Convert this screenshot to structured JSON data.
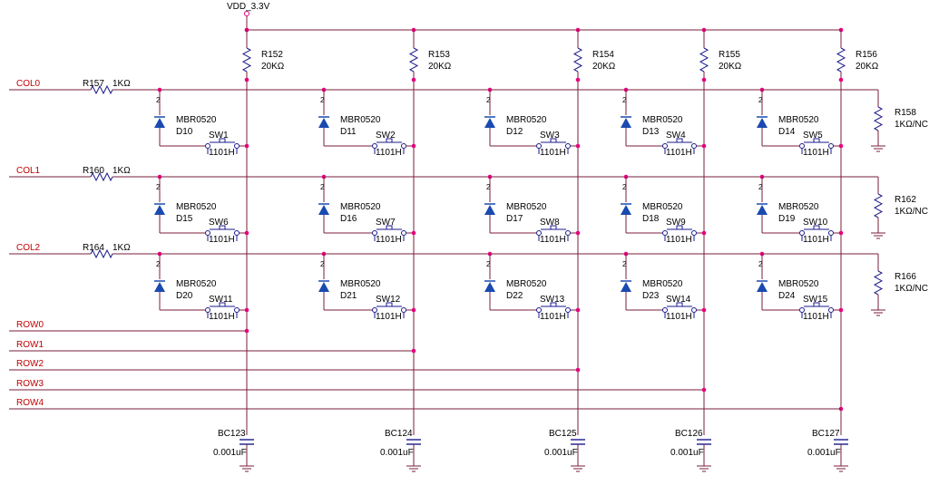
{
  "colors": {
    "wire": "#7a1f3a",
    "junction": "#e6007e",
    "part": "#1a1a8c",
    "diode": "#1a4ab0",
    "net_label": "#c00000",
    "text": "#000000"
  },
  "power": {
    "label": "VDD_3.3V"
  },
  "column_nets": [
    {
      "name": "COL0",
      "resistor": {
        "ref": "R157",
        "value": "1KΩ"
      },
      "pulldown": {
        "ref": "R158",
        "value": "1KΩ/NC"
      }
    },
    {
      "name": "COL1",
      "resistor": {
        "ref": "R160",
        "value": "1KΩ"
      },
      "pulldown": {
        "ref": "R162",
        "value": "1KΩ/NC"
      }
    },
    {
      "name": "COL2",
      "resistor": {
        "ref": "R164",
        "value": "1KΩ"
      },
      "pulldown": {
        "ref": "R166",
        "value": "1KΩ/NC"
      }
    }
  ],
  "row_nets": [
    "ROW0",
    "ROW1",
    "ROW2",
    "ROW3",
    "ROW4"
  ],
  "pullups": [
    {
      "ref": "R152",
      "value": "20KΩ"
    },
    {
      "ref": "R153",
      "value": "20KΩ"
    },
    {
      "ref": "R154",
      "value": "20KΩ"
    },
    {
      "ref": "R155",
      "value": "20KΩ"
    },
    {
      "ref": "R156",
      "value": "20KΩ"
    }
  ],
  "capacitors": [
    {
      "ref": "BC123",
      "value": "0.001uF"
    },
    {
      "ref": "BC124",
      "value": "0.001uF"
    },
    {
      "ref": "BC125",
      "value": "0.001uF"
    },
    {
      "ref": "BC126",
      "value": "0.001uF"
    },
    {
      "ref": "BC127",
      "value": "0.001uF"
    }
  ],
  "diode_part": "MBR0520",
  "switch_part": "1101H",
  "pin_label": "2",
  "cells": [
    [
      {
        "diode": "D10",
        "switch": "SW1"
      },
      {
        "diode": "D11",
        "switch": "SW2"
      },
      {
        "diode": "D12",
        "switch": "SW3"
      },
      {
        "diode": "D13",
        "switch": "SW4"
      },
      {
        "diode": "D14",
        "switch": "SW5"
      }
    ],
    [
      {
        "diode": "D15",
        "switch": "SW6"
      },
      {
        "diode": "D16",
        "switch": "SW7"
      },
      {
        "diode": "D17",
        "switch": "SW8"
      },
      {
        "diode": "D18",
        "switch": "SW9"
      },
      {
        "diode": "D19",
        "switch": "SW10"
      }
    ],
    [
      {
        "diode": "D20",
        "switch": "SW11"
      },
      {
        "diode": "D21",
        "switch": "SW12"
      },
      {
        "diode": "D22",
        "switch": "SW13"
      },
      {
        "diode": "D23",
        "switch": "SW14"
      },
      {
        "diode": "D24",
        "switch": "SW15"
      }
    ]
  ]
}
